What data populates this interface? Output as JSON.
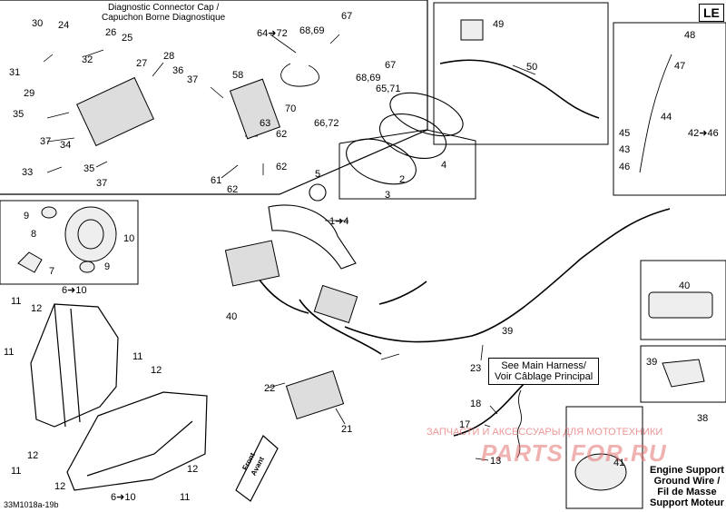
{
  "diagram": {
    "code": "33M1018a-19b",
    "badge": "LE",
    "header": [
      "Diagnostic Connector Cap /",
      "Capuchon Borne Diagnostique"
    ],
    "harness_note": [
      "See Main Harness/",
      "Voir Câblage Principal"
    ],
    "ground_note": [
      "Engine Support",
      "Ground Wire /",
      "Fil de Masse",
      "Support Moteur"
    ],
    "front_label": [
      "Front",
      "Avant"
    ],
    "watermark_ru": "ЗАПЧАСТИ И АКСЕССУАРЫ ДЛЯ МОТОТЕХНИКИ",
    "watermark_logo": "PARTS FOR.RU",
    "callouts": {
      "c30": "30",
      "c24": "24",
      "c26": "26",
      "c25": "25",
      "c31": "31",
      "c32": "32",
      "c27": "27",
      "c28": "28",
      "c36": "36",
      "c37a": "37",
      "c29": "29",
      "c35a": "35",
      "c37b": "37",
      "c34": "34",
      "c33": "33",
      "c35b": "35",
      "c37c": "37",
      "c58": "58",
      "c63": "63",
      "c62a": "62",
      "c62b": "62",
      "c61": "61",
      "c62c": "62",
      "c64": "64",
      "c72a": "72",
      "c6869a": "68,69",
      "c67a": "67",
      "c70": "70",
      "c67b": "67",
      "c6869b": "68,69",
      "c6571": "65,71",
      "c6672": "66,72",
      "c49": "49",
      "c50": "50",
      "c4": "4",
      "c2": "2",
      "c3": "3",
      "c5": "5",
      "c1": "1",
      "c4b": "4",
      "c48": "48",
      "c47": "47",
      "c44": "44",
      "c45": "45",
      "c42": "42",
      "c46a": "46",
      "c43": "43",
      "c46b": "46",
      "c9a": "9",
      "c10": "10",
      "c8": "8",
      "c7": "7",
      "c9b": "9",
      "c6a": "6",
      "c10a": "10",
      "c11a": "11",
      "c12a": "12",
      "c40a": "40",
      "c40b": "40",
      "c39a": "39",
      "c39b": "39",
      "c11b": "11",
      "c11c": "11",
      "c12b": "12",
      "c22": "22",
      "c21": "21",
      "c23": "23",
      "c18": "18",
      "c17": "17",
      "c13": "13",
      "c38": "38",
      "c11d": "11",
      "c12c": "12",
      "c12d": "12",
      "c11e": "11",
      "c12e": "12",
      "c6b": "6",
      "c10b": "10",
      "c41": "41"
    }
  }
}
